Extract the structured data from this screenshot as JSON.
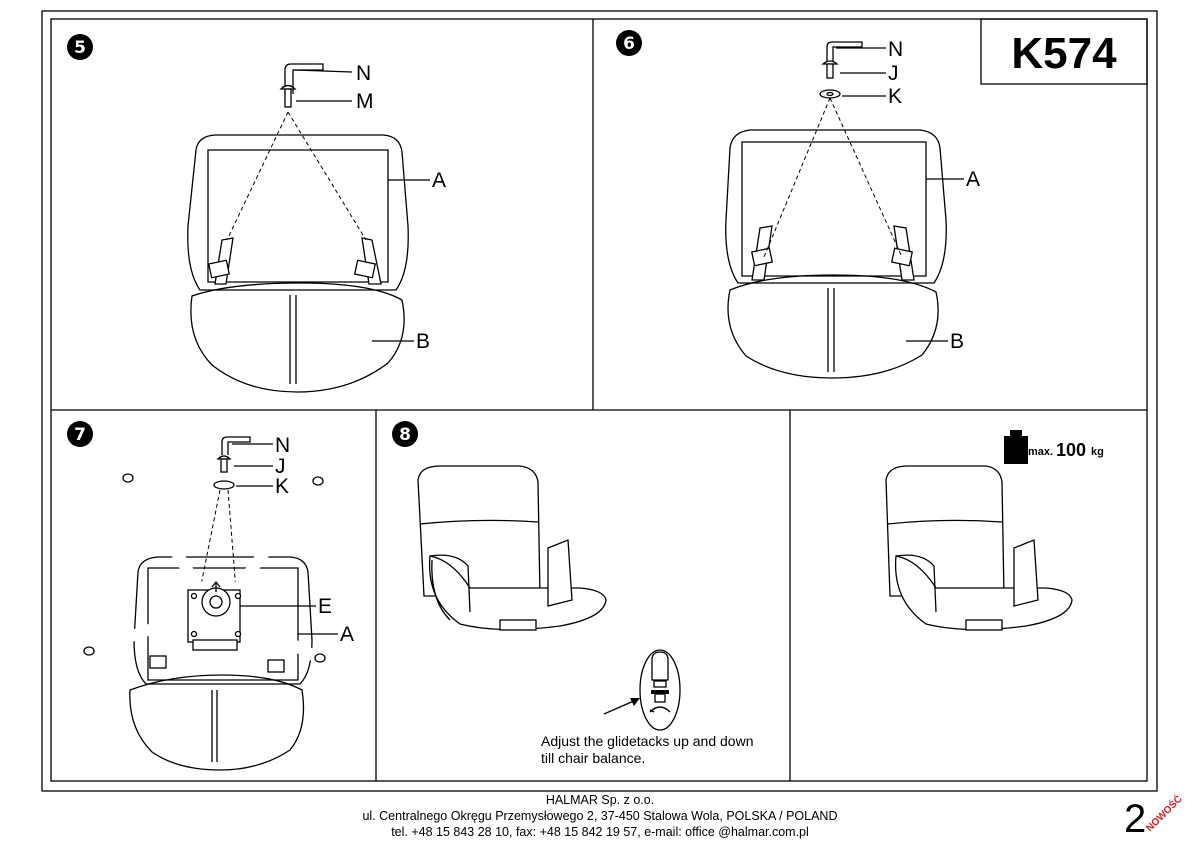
{
  "model": "K574",
  "steps": [
    {
      "number": "5",
      "parts": [
        "N",
        "M",
        "A",
        "B"
      ]
    },
    {
      "number": "6",
      "parts": [
        "N",
        "J",
        "K",
        "A",
        "B"
      ]
    },
    {
      "number": "7",
      "parts": [
        "N",
        "J",
        "K",
        "E",
        "A"
      ]
    },
    {
      "number": "8",
      "parts": []
    }
  ],
  "adjust_note": {
    "line1": "Adjust the glidetacks up and down",
    "line2": "till chair balance."
  },
  "max_load": {
    "prefix": "max.",
    "value": "100",
    "unit": "kg"
  },
  "footer": {
    "company": "HALMAR Sp. z o.o.",
    "address": "ul. Centralnego Okręgu Przemysłowego 2, 37-450 Stalowa Wola, POLSKA / POLAND",
    "contact": "tel. +48 15 843 28 10, fax: +48 15 842 19 57, e-mail: office @halmar.com.pl"
  },
  "page_number": "2",
  "stamp": "NOWOŚĆ"
}
